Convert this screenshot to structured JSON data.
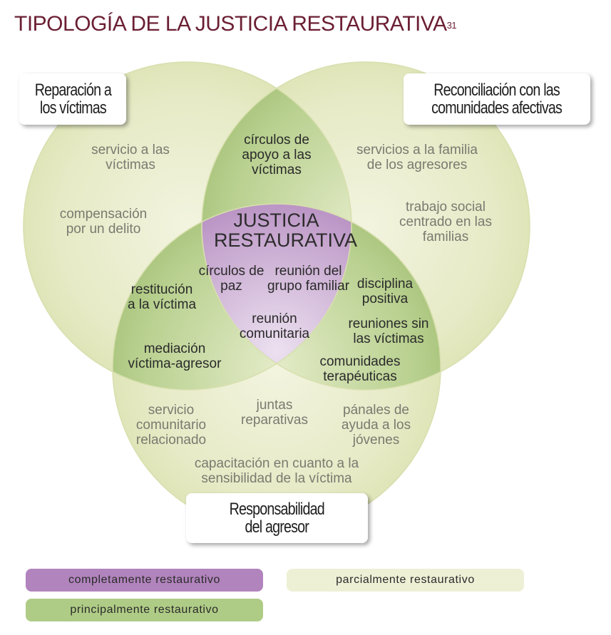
{
  "title": {
    "text": "TIPOLOGÍA DE LA JUSTICIA RESTAURATIVA",
    "footnote": "31"
  },
  "categories": {
    "victims": "Reparación a\nlos víctimas",
    "communities": "Reconciliación con las\ncomunidades afectivas",
    "offender": "Responsabilidad\ndel agresor"
  },
  "partial": {
    "victims_service": "servicio a las\nvíctimas",
    "compensation": "compensación\npor un delito",
    "family_services": "servicios a la familia\nde los agresores",
    "social_work": "trabajo social\ncentrado en las\nfamilias",
    "community_service": "servicio\ncomunitario\nrelacionado",
    "repair_boards": "juntas\nreparativas",
    "youth_panels": "pánales de\nayuda a los\njóvenes",
    "sensitivity": "capacitación en cuanto a la\nsensibilidad de la víctima"
  },
  "mostly": {
    "support_circles": "círculos de\napoyo a las\nvíctimas",
    "restitution": "restitución\na la víctima",
    "mediation": "mediación\nvíctima-agresor",
    "discipline": "disciplina\npositiva",
    "meetings_without": "reuniones sin\nlas víctimas",
    "therapeutic": "comunidades\nterapéuticas"
  },
  "complete": {
    "title": "JUSTICIA\nRESTAURATIVA",
    "peace_circles": "círculos de\npaz",
    "family_meeting": "reunión del\ngrupo familiar",
    "community_meeting": "reunión\ncomunitaria"
  },
  "legend": {
    "complete": "completamente restaurativo",
    "partial": "parcialmente restaurativo",
    "mostly": "principalmente restaurativo"
  },
  "colors": {
    "title": "#6b1f33",
    "partial": "#e6ebc5",
    "mostly": "#a9c47e",
    "complete": "#b084bd"
  }
}
